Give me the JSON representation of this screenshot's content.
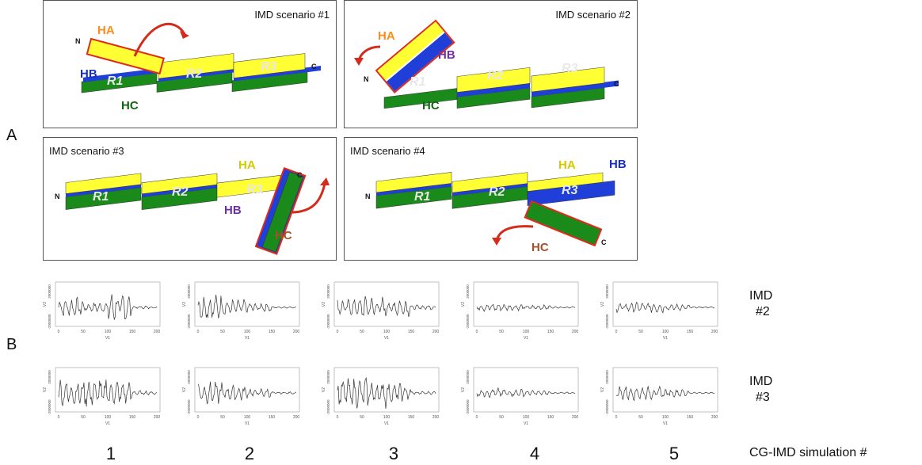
{
  "figure": {
    "panel_a_label": "A",
    "panel_b_label": "B",
    "scenarios": [
      {
        "title": "IMD scenario #1",
        "labels": {
          "ha": "HA",
          "hb": "HB",
          "hc": "HC",
          "r1": "R1",
          "r2": "R2",
          "r3": "R3",
          "n": "N",
          "c": "C"
        }
      },
      {
        "title": "IMD scenario #2",
        "labels": {
          "ha": "HA",
          "hb": "HB",
          "hc": "HC",
          "r1": "R1",
          "r2": "R2",
          "r3": "R3",
          "n": "N",
          "c": "C"
        }
      },
      {
        "title": "IMD scenario #3",
        "labels": {
          "ha": "HA",
          "hb": "HB",
          "hc": "HC",
          "r1": "R1",
          "r2": "R2",
          "r3": "R3",
          "n": "N",
          "c": "C"
        }
      },
      {
        "title": "IMD scenario #4",
        "labels": {
          "ha": "HA",
          "hb": "HB",
          "hc": "HC",
          "r1": "R1",
          "r2": "R2",
          "r3": "R3",
          "n": "N",
          "c": "C"
        }
      }
    ],
    "colors": {
      "ha": "#ffff33",
      "hb": "#1f3fd8",
      "hc": "#1a8a1a",
      "arrow": "#d42b1a",
      "ha_text_orange": "#ff8c1a",
      "hb_text_purple": "#7030a0",
      "hc_text_brown": "#a0522d",
      "hc_text_green": "#156315",
      "hb_text_blue": "#1a2fc0",
      "ha_text_yellow": "#d4c800"
    },
    "plots": {
      "ytick_top": "2000000",
      "ytick_bottom": "-2000000",
      "xticks": [
        "0",
        "50",
        "100",
        "150",
        "200"
      ],
      "xlabel": "V1",
      "ylabel": "V2"
    },
    "rows": [
      {
        "label_line1": "IMD",
        "label_line2": "#2"
      },
      {
        "label_line1": "IMD",
        "label_line2": "#3"
      }
    ],
    "simulations": [
      "1",
      "2",
      "3",
      "4",
      "5"
    ],
    "simulation_axis_label": "CG-IMD simulation #"
  }
}
